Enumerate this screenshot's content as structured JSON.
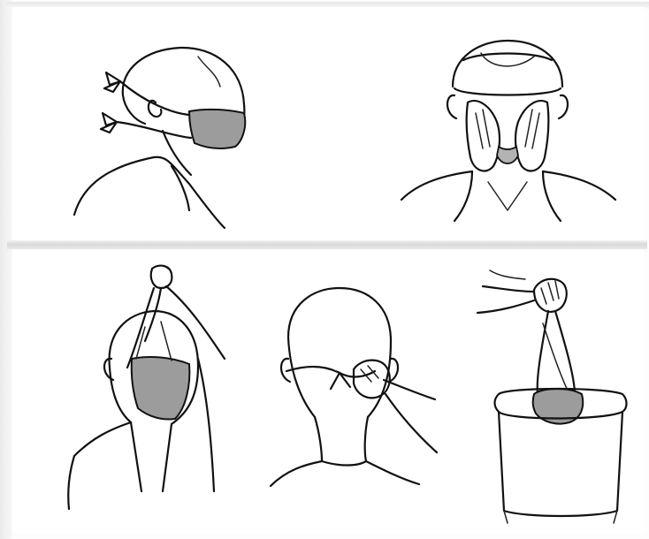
{
  "figure": {
    "panels": [
      {
        "id": "untie-bottom-ties",
        "row": "top"
      },
      {
        "id": "hands-off-face",
        "row": "top"
      },
      {
        "id": "lift-by-top-ties",
        "row": "bottom"
      },
      {
        "id": "untie-top-ties",
        "row": "bottom"
      },
      {
        "id": "discard-into-bin",
        "row": "bottom"
      }
    ],
    "colors": {
      "ink": "#111111",
      "mask_fill": "#9c9c9c",
      "background": "#ffffff",
      "divider": "#d9d9d9"
    }
  }
}
